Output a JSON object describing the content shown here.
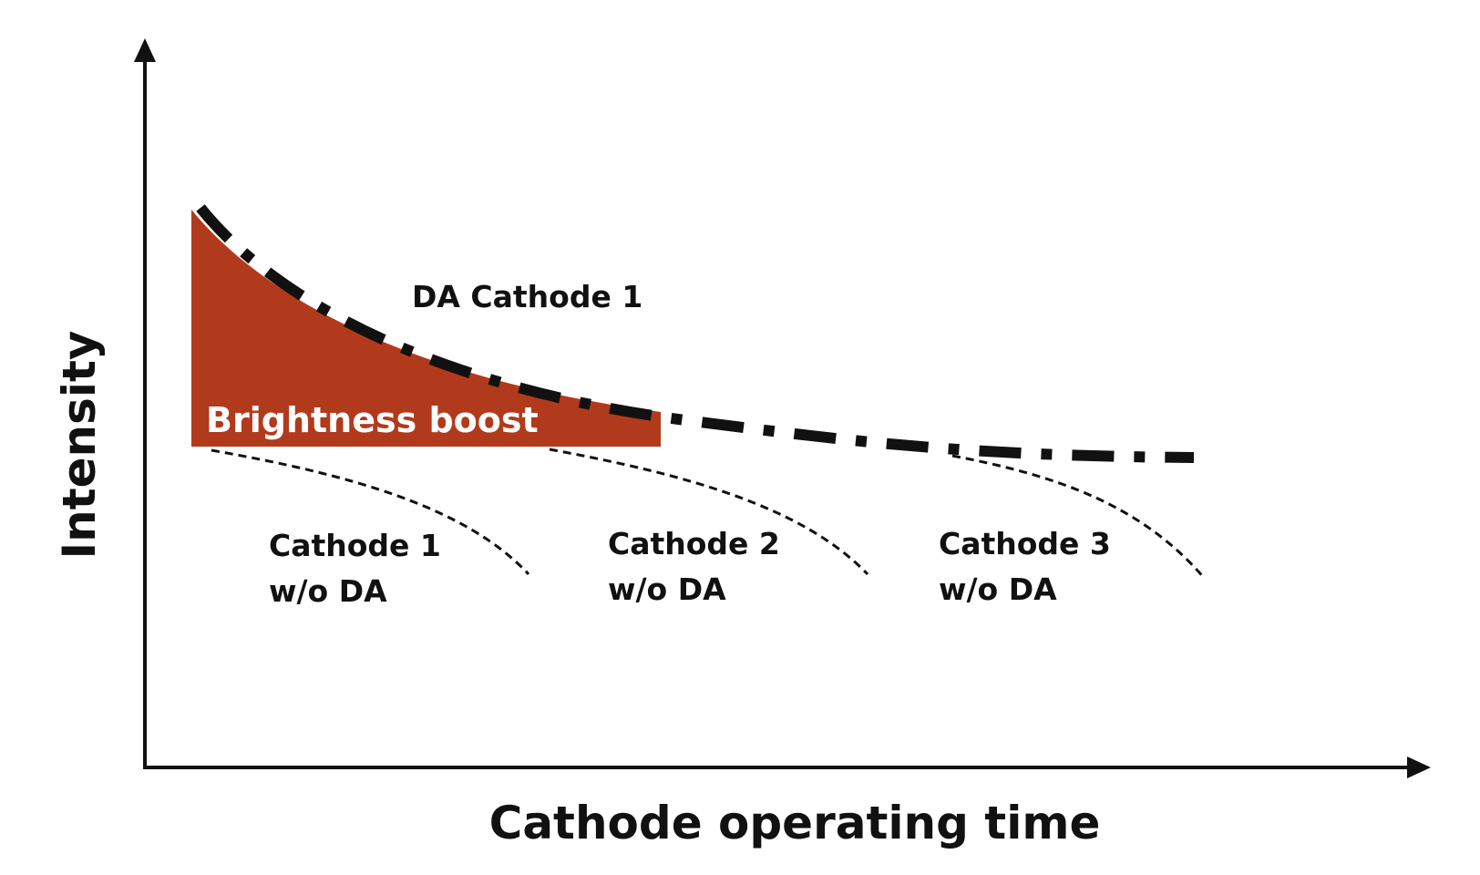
{
  "axes": {
    "x_label": "Cathode operating time",
    "y_label": "Intensity"
  },
  "labels": {
    "boost": "Brightness boost",
    "da_cathode": "DA Cathode 1",
    "cathode1": [
      "Cathode 1",
      "w/o DA"
    ],
    "cathode2": [
      "Cathode 2",
      "w/o DA"
    ],
    "cathode3": [
      "Cathode 3",
      "w/o DA"
    ]
  },
  "colors": {
    "boost_fill": "#b23a1c",
    "ink": "#111111",
    "background": "#ffffff"
  },
  "icons": {
    "x_axis": "arrow-right-icon",
    "y_axis": "arrow-up-icon"
  }
}
